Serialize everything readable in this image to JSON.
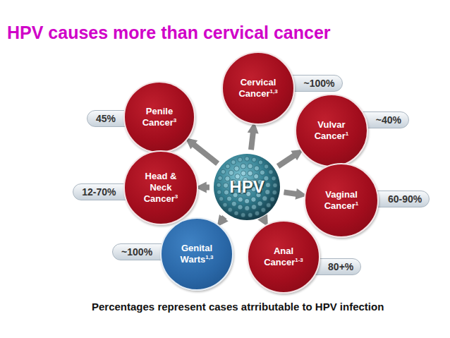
{
  "diagram": {
    "title": "HPV causes more than cervical cancer",
    "caption": "Percentages represent cases atrributable to HPV infection",
    "nodes": [
      {
        "text": [
          "Cervical Cancer",
          "1,3"
        ]
      },
      {
        "text": [
          "~100%"
        ]
      },
      {
        "text": [
          "Penile Cancer",
          "3"
        ]
      },
      {
        "text": [
          "45%"
        ]
      },
      {
        "text": [
          "Vulvar Cancer",
          "1"
        ]
      },
      {
        "text": [
          "~40%"
        ]
      },
      {
        "text": [
          "HPV"
        ]
      },
      {
        "text": [
          "Head & Neck Cancer",
          "3"
        ]
      },
      {
        "text": [
          "12-70%"
        ]
      },
      {
        "text": [
          "Vaginal Cancer",
          "1"
        ]
      },
      {
        "text": [
          "60-90%"
        ]
      },
      {
        "text": [
          "Genital Warts",
          "1,3"
        ]
      },
      {
        "text": [
          "~100%"
        ]
      },
      {
        "text": [
          "Anal Cancer",
          "1-3"
        ]
      },
      {
        "text": [
          "80+%"
        ]
      }
    ],
    "edges": [
      {
        "from": 6,
        "to": 0,
        "arrow": "to"
      },
      {
        "from": 6,
        "to": 4,
        "arrow": "to"
      },
      {
        "from": 6,
        "to": 9,
        "arrow": "to"
      },
      {
        "from": 6,
        "to": 13,
        "arrow": "to"
      },
      {
        "from": 6,
        "to": 11,
        "arrow": "to"
      },
      {
        "from": 6,
        "to": 7,
        "arrow": "to"
      },
      {
        "from": 6,
        "to": 2,
        "arrow": "to"
      }
    ]
  }
}
